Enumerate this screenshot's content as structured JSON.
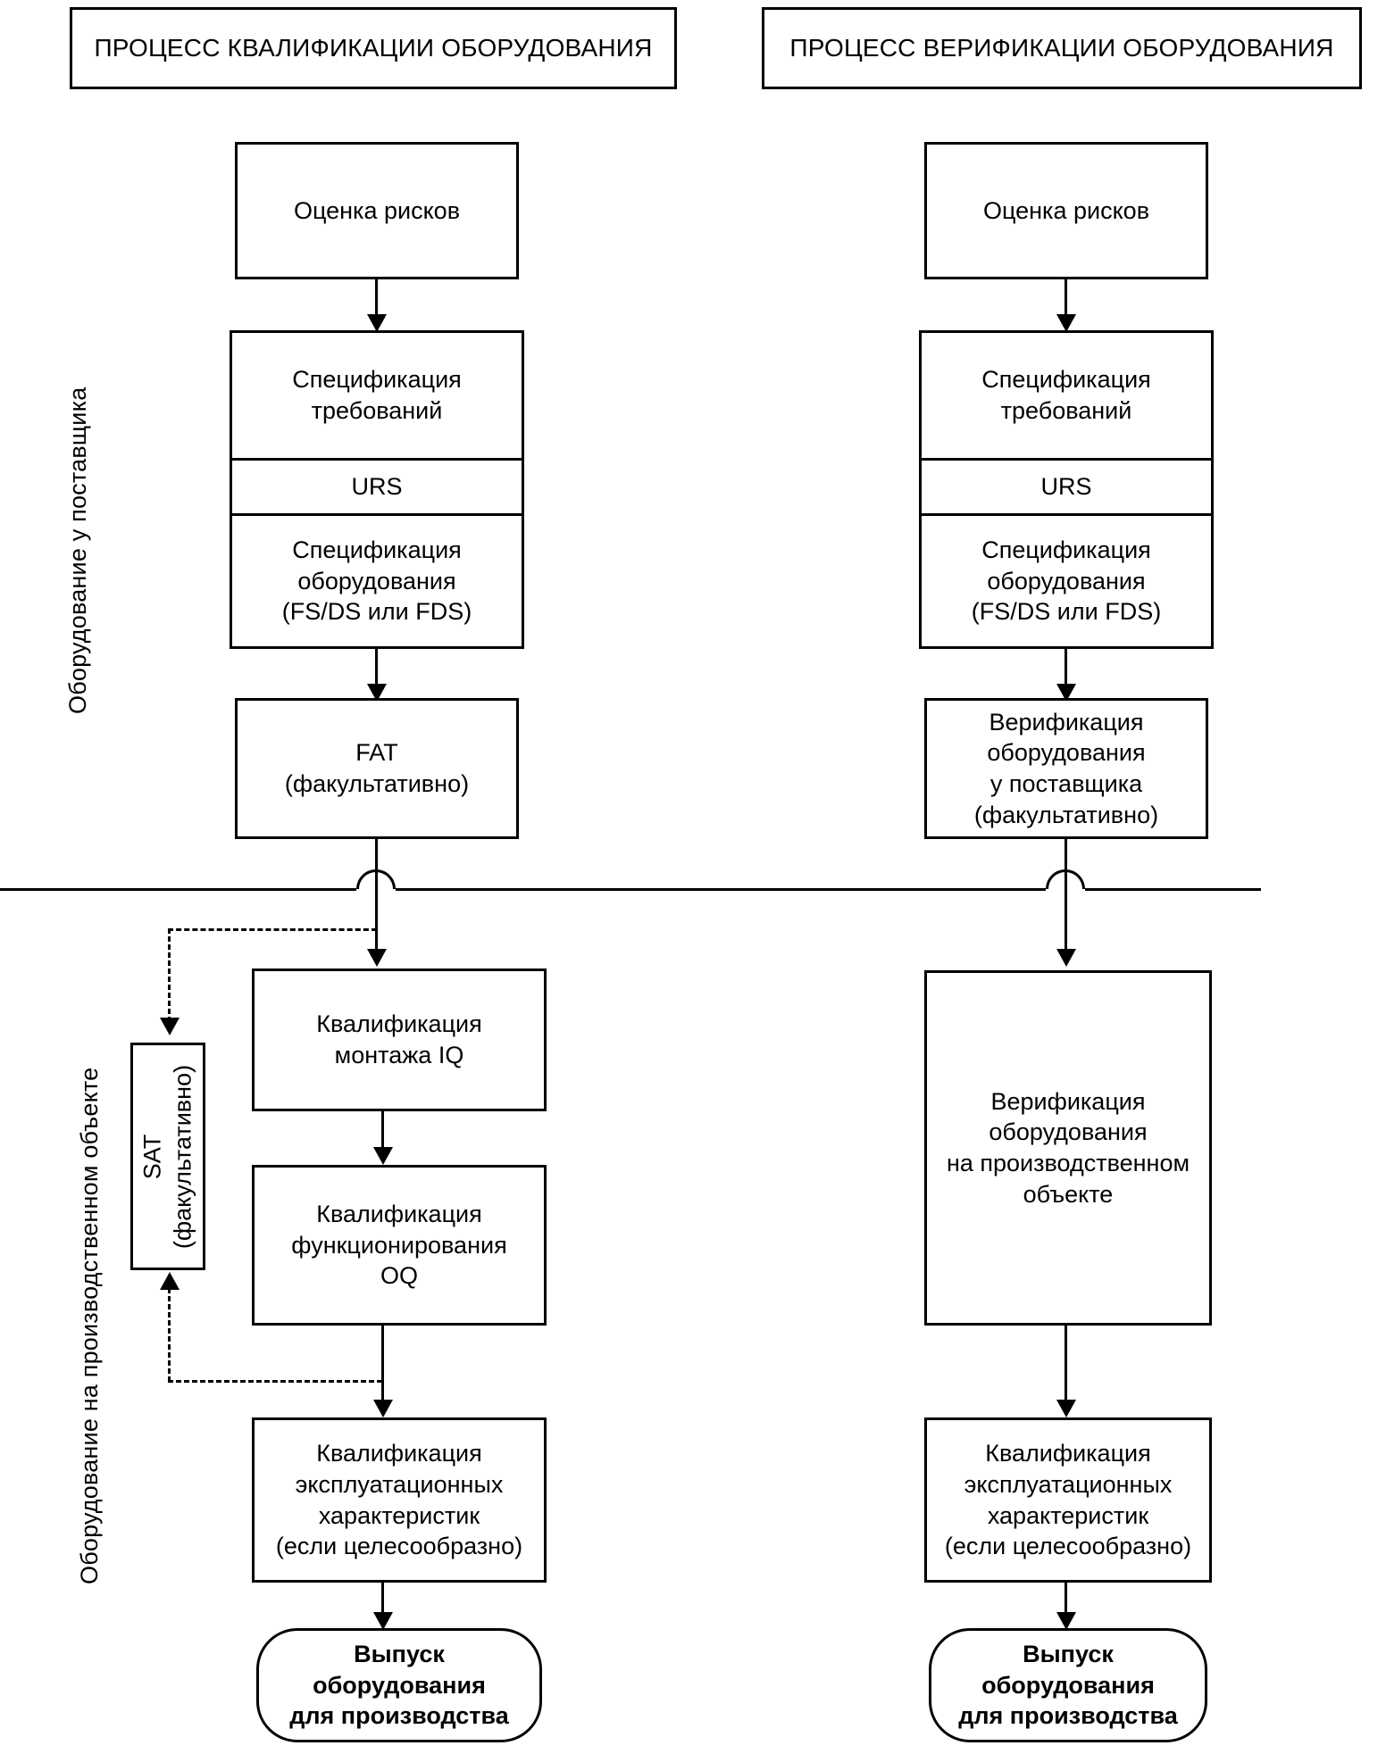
{
  "diagram": {
    "type": "flowchart",
    "title_left": "ПРОЦЕСС КВАЛИФИКАЦИИ ОБОРУДОВАНИЯ",
    "title_right": "ПРОЦЕСС ВЕРИФИКАЦИИ ОБОРУДОВАНИЯ",
    "swimlanes": [
      {
        "label": "Оборудование у поставщика"
      },
      {
        "label": "Оборудование на производственном объекте"
      }
    ],
    "left_column": {
      "risk": {
        "l1": "Оценка рисков"
      },
      "spec": {
        "req_l1": "Спецификация",
        "req_l2": "требований",
        "urs": "URS",
        "eq_l1": "Спецификация",
        "eq_l2": "оборудования",
        "eq_l3": "(FS/DS или FDS)"
      },
      "fat": {
        "l1": "FAT",
        "l2": "(факультативно)"
      },
      "iq": {
        "l1": "Квалификация",
        "l2": "монтажа IQ"
      },
      "oq": {
        "l1": "Квалификация",
        "l2": "функционирования",
        "l3": "OQ"
      },
      "pq": {
        "l1": "Квалификация",
        "l2": "эксплуатационных",
        "l3": "характеристик",
        "l4": "(если целесообразно)"
      },
      "release": {
        "l1": "Выпуск",
        "l2": "оборудования",
        "l3": "для производства"
      },
      "sat": {
        "l1": "SAT",
        "l2": "(факультативно)"
      }
    },
    "right_column": {
      "risk": {
        "l1": "Оценка рисков"
      },
      "spec": {
        "req_l1": "Спецификация",
        "req_l2": "требований",
        "urs": "URS",
        "eq_l1": "Спецификация",
        "eq_l2": "оборудования",
        "eq_l3": "(FS/DS или FDS)"
      },
      "supplier_verif": {
        "l1": "Верификация",
        "l2": "оборудования",
        "l3": "у поставщика",
        "l4": "(факультативно)"
      },
      "site_verif": {
        "l1": "Верификация",
        "l2": "оборудования",
        "l3": "на производственном",
        "l4": "объекте"
      },
      "pq": {
        "l1": "Квалификация",
        "l2": "эксплуатационных",
        "l3": "характеристик",
        "l4": "(если целесообразно)"
      },
      "release": {
        "l1": "Выпуск",
        "l2": "оборудования",
        "l3": "для производства"
      }
    },
    "colors": {
      "stroke": "#000000",
      "background": "#ffffff"
    }
  }
}
